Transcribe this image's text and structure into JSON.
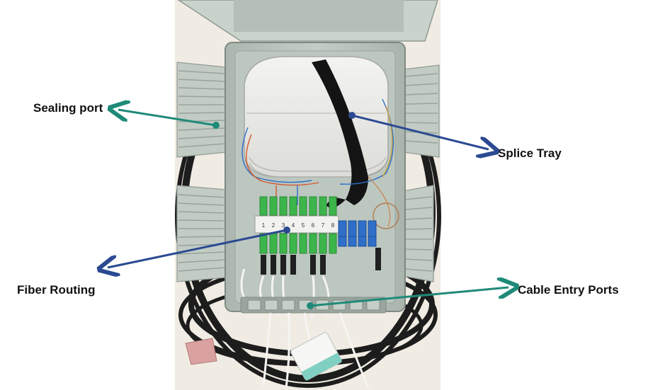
{
  "labels": {
    "sealing_port": "Sealing port",
    "splice_tray": "Splice Tray",
    "fiber_routing": "Fiber Routing",
    "cable_entry_ports": "Cable Entry Ports"
  },
  "port_numbers": [
    "1",
    "2",
    "3",
    "4",
    "5",
    "6",
    "7",
    "8"
  ],
  "colors": {
    "teal_arrow": "#1f8a78",
    "blue_arrow": "#2b4a92",
    "enclosure": "#b9c4bd",
    "adapter_green": "#3cb54a",
    "adapter_blue": "#2f6fc9"
  }
}
